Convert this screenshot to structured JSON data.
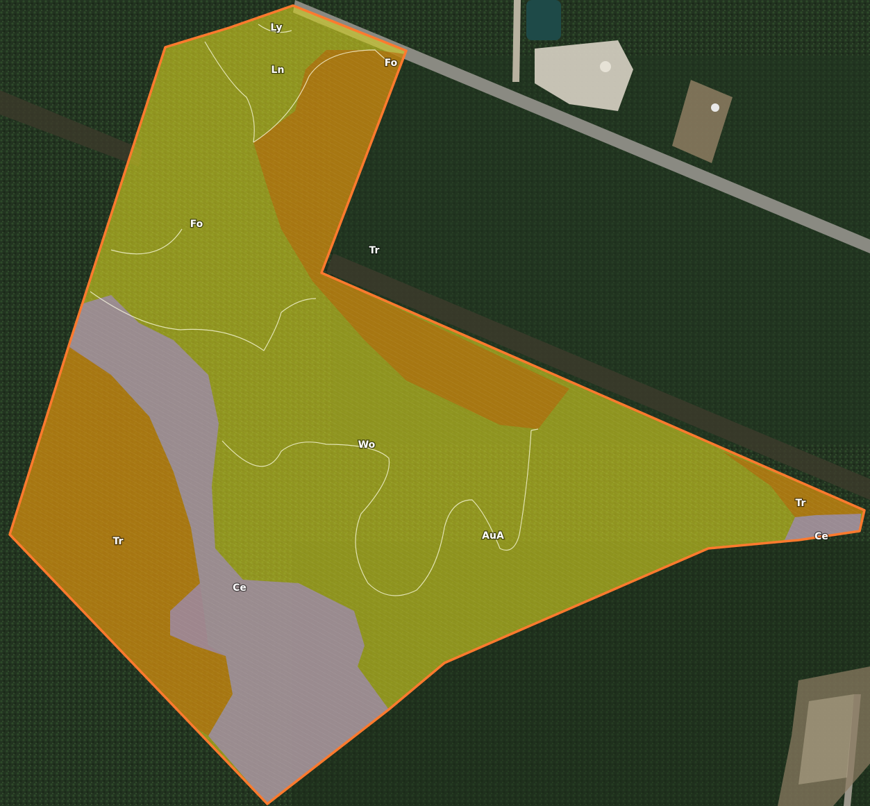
{
  "colors": {
    "parcel_boundary": "#ff7a2e",
    "soil_yellow": "#d4d020",
    "soil_orange": "#c47e10",
    "soil_purple": "#9c8aa8",
    "forest_dark": "#1c2b1a",
    "forest_mid": "#2c4228",
    "road": "#8a8a82",
    "pond": "#1e4a48",
    "clearing": "#d8d2c4"
  },
  "soil_units": [
    {
      "id": "ly",
      "symbol": "Ly",
      "color": "#d4d020"
    },
    {
      "id": "ln",
      "symbol": "Ln",
      "color": "#d4d020"
    },
    {
      "id": "fo-north",
      "symbol": "Fo",
      "color": "#c47e10"
    },
    {
      "id": "fo-west",
      "symbol": "Fo",
      "color": "#d4d020"
    },
    {
      "id": "tr-west",
      "symbol": "Tr",
      "color": "#c47e10"
    },
    {
      "id": "ce-main",
      "symbol": "Ce",
      "color": "#9c8aa8"
    },
    {
      "id": "wo",
      "symbol": "Wo",
      "color": "#d4d020"
    },
    {
      "id": "aua",
      "symbol": "AuA",
      "color": "#d4d020"
    },
    {
      "id": "tr-east",
      "symbol": "Tr",
      "color": "#c47e10"
    },
    {
      "id": "ce-east",
      "symbol": "Ce",
      "color": "#9c8aa8"
    }
  ],
  "outside_labels": [
    {
      "id": "tr-outside",
      "symbol": "Tr"
    }
  ]
}
